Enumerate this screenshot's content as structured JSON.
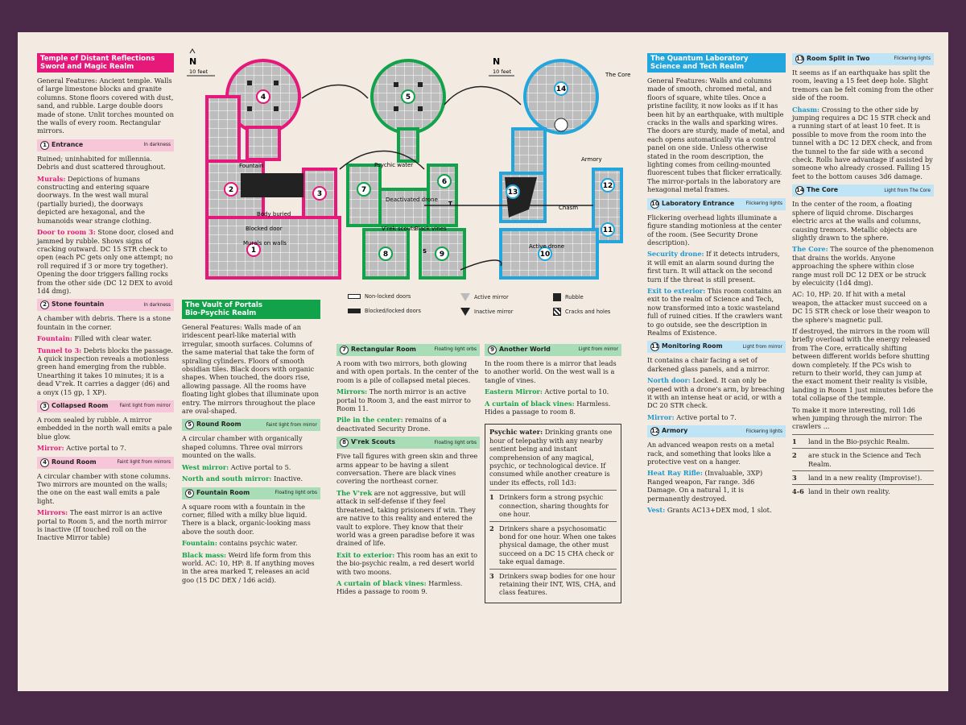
{
  "col1": {
    "title": "Temple of Distant Reflections",
    "subtitle": "Sword and Magic Realm",
    "intro": "General Features: Ancient temple. Walls of large limestone blocks and granite columns. Stone floors covered with dust, sand, and rubble. Large double doors made of stone. Unlit torches mounted on the walls of every room. Rectangular mirrors.",
    "r1_num": "1",
    "r1_name": "Entrance",
    "r1_tag": "In darkness",
    "r1_text": "Ruined; uninhabited for millennia. Debris and dust scattered throughout.",
    "murals_kw": "Murals:",
    "murals_text": "Depictions of humans constructing and entering square doorways. In the west wall mural (partially buried), the doorways depicted are hexagonal, and the humanoids wear strange clothing.",
    "door3_kw": "Door to room 3:",
    "door3_text": "Stone door, closed and jammed by rubble. Shows signs of cracking outward. DC 15 STR check to open (each PC gets only one attempt; no roll required if 3 or more try together). Opening the door triggers falling rocks from the other side (DC 12 DEX to avoid 1d4 dmg).",
    "r2_num": "2",
    "r2_name": "Stone fountain",
    "r2_tag": "In darkness",
    "r2_text": "A chamber with debris. There is a stone fountain in the corner.",
    "fountain_kw": "Fountain:",
    "fountain_text": "Filled with clear water.",
    "tunnel_kw": "Tunnel to 3:",
    "tunnel_text": "Debris blocks the passage. A quick inspection reveals a motionless green hand emerging from the rubble. Unearthing it takes 10 minutes; it is a dead V'rek. It carries a dagger (d6) and a onyx (15 gp, 1 XP).",
    "r3_num": "3",
    "r3_name": "Collapsed Room",
    "r3_tag": "Faint light from mirror",
    "r3_text": "A room sealed by rubble. A mirror embedded in the north wall emits a pale blue glow.",
    "mirror3_kw": "Mirror:",
    "mirror3_text": "Active portal to 7.",
    "r4_num": "4",
    "r4_name": "Round Room",
    "r4_tag": "Faint light from mirrors",
    "r4_text": "A circular chamber with stone columns. Two mirrors are mounted on the walls; the one on the east wall emits a pale light.",
    "mirrors4_kw": "Mirrors:",
    "mirrors4_text": "The east mirror is an active portal to Room 5, and the north mirror is inactive (If touched roll on the Inactive Mirror table)"
  },
  "col2": {
    "title": "The Vault of Portals",
    "subtitle": "Bio-Psychic Realm",
    "intro": "General Features: Walls made of an iridescent pearl-like material with irregular, smooth surfaces. Columns of the same material that take the form of spiraling cylinders. Floors of smooth obsidian tiles. Black doors with organic shapes. When touched, the doors rise, allowing passage. All the rooms have floating light globes that illuminate upon entry. The mirrors throughout the place are oval-shaped.",
    "r5_num": "5",
    "r5_name": "Round Room",
    "r5_tag": "Faint light from mirror",
    "r5_text": "A circular chamber with organically shaped columns. Three oval mirrors mounted on the walls.",
    "west_kw": "West mirror:",
    "west_text": "Active portal to 5.",
    "ns_kw": "North and south mirror:",
    "ns_text": "Inactive.",
    "r6_num": "6",
    "r6_name": "Fountain Room",
    "r6_tag": "Floating light orbs",
    "r6_text": "A square room with a fountain in the corner, filled with a milky blue liquid. There is a black, organic-looking mass above the south door.",
    "fountain6_kw": "Fountain:",
    "fountain6_text": "contains psychic water.",
    "mass_kw": "Black mass:",
    "mass_text": "Weird life form from this world. AC: 10, HP: 8. If anything moves in the area marked T, releases an acid goo (15 DC DEX / 1d6 acid)."
  },
  "col3": {
    "r7_num": "7",
    "r7_name": "Rectangular Room",
    "r7_tag": "Floating light orbs",
    "r7_text": "A room with two mirrors, both glowing and with open portals. In the center of the room is a pile of collapsed metal pieces.",
    "mirrors7_kw": "Mirrors:",
    "mirrors7_text": "The north mirror is an active portal to Room 3, and the east mirror to Room 11.",
    "pile_kw": "Pile in the center:",
    "pile_text": "remains of a deactivated Security Drone.",
    "r8_num": "8",
    "r8_name": "V'rek Scouts",
    "r8_tag": "Floating light orbs",
    "r8_text": "Five tall figures with green skin and three arms appear to be having a silent conversation. There are black vines covering the northeast corner.",
    "vrek_kw": "The V'rek",
    "vrek_text": "are not aggressive, but will attack in self-defense if they feel threatened, taking prisioners if win. They are native to this reality and entered the vault to explore. They know that their world was a green paradise before it was drained of life.",
    "exit8_kw": "Exit to exterior:",
    "exit8_text": "This room has an exit to the bio-psychic realm, a red desert world with two moons.",
    "vines8_kw": "A curtain of black vines:",
    "vines8_text": "Harmless. Hides a passage to room 9."
  },
  "col4": {
    "r9_num": "9",
    "r9_name": "Another World",
    "r9_tag": "Light from mirror",
    "r9_text": "In the room there is a mirror that leads to another world. On the west wall is a tangle of vines.",
    "east_kw": "Eastern Mirror:",
    "east_text": "Active portal to 10.",
    "vines9_kw": "A curtain of black vines:",
    "vines9_text": "Harmless. Hides a passage to room 8.",
    "psy_kw": "Psychic water:",
    "psy_text": "Drinking grants one hour of telepathy with any nearby sentient being and instant comprehension of any magical, psychic, or technological device. If consumed while another creature is under its effects, roll 1d3:",
    "psy_items": [
      {
        "n": "1",
        "t": "Drinkers form a strong psychic connection, sharing thoughts for one hour."
      },
      {
        "n": "2",
        "t": "Drinkers share a psychosomatic bond for one hour. When one takes physical damage, the other must succeed on a DC 15 CHA check or take equal damage."
      },
      {
        "n": "3",
        "t": "Drinkers swap bodies for one hour retaining their INT, WIS, CHA, and class features."
      }
    ]
  },
  "col5": {
    "title": "The Quantum Laboratory",
    "subtitle": "Science and Tech Realm",
    "intro": "General Features: Walls and columns made of smooth, chromed metal, and floors of square, white tiles. Once a pristine facility, it now looks as if it has been hit by an earthquake, with multiple cracks in the walls and sparking wires. The doors are sturdy, made of metal, and each opens automatically via a control panel on one side. Unless otherwise stated in the room description, the lighting comes from ceiling-mounted fluorescent tubes that flicker erratically. The mirror-portals in the laboratory are hexagonal metal frames.",
    "r10_num": "10",
    "r10_name": "Laboratory Entrance",
    "r10_tag": "Flickering lights",
    "r10_text": "Flickering overhead lights illuminate a figure standing motionless at the center of the room. (See Security Drone description).",
    "drone_kw": "Security drone:",
    "drone_text": "If it detects intruders, it will emit an alarm sound during the first turn. It will attack on the second turn if the threat is still present.",
    "exit10_kw": "Exit to exterior:",
    "exit10_text": "This room contains an exit to the realm of Science and Tech, now transformed into a toxic wasteland full of ruined cities. If the crawlers want to go outside, see the description in Realms of Existence.",
    "r11_num": "11",
    "r11_name": "Monitoring Room",
    "r11_tag": "Light from mirror",
    "r11_text": "It contains a chair facing a set of darkened glass panels, and a mirror.",
    "north_kw": "North door:",
    "north_text": "Locked. It can only be opened with a drone's arm, by breaching it with an intense heat or acid, or with a DC 20 STR check.",
    "mirror11_kw": "Mirror:",
    "mirror11_text": "Active portal to 7.",
    "r12_num": "12",
    "r12_name": "Armory",
    "r12_tag": "Flickering lights",
    "r12_text": "An advanced weapon rests on a metal rack, and something that looks like a protective vest on a hanger.",
    "ray_kw": "Heat Ray Rifle:",
    "ray_text": "(Invaluable, 3XP) Ranged weapon, Far range. 3d6 Damage. On a natural 1, it is permanently destroyed.",
    "vest_kw": "Vest:",
    "vest_text": "Grants AC13+DEX mod, 1 slot."
  },
  "col6": {
    "r13_num": "13",
    "r13_name": "Room Split in Two",
    "r13_tag": "Flickering lights",
    "r13_text": "It seems as if an earthquake has split the room, leaving a 15 feet deep hole. Slight tremors can be felt coming from the other side of the room.",
    "chasm_kw": "Chasm:",
    "chasm_text": "Crossing to the other side by jumping requires a DC 15 STR check and a running start of at least 10 feet. It is possible to move from the room into the tunnel with a DC 12 DEX check, and from the tunnel to the far side with a second check. Rolls have advantage if assisted by someone who already crossed. Falling 15 feet to the bottom causes 3d6 damage.",
    "r14_num": "14",
    "r14_name": "The Core",
    "r14_tag": "Light from The Core",
    "r14_text": "In the center of the room, a floating sphere of liquid chrome. Discharges electric arcs at the walls and columns, causing tremors. Metallic objects are slightly drawn to the sphere.",
    "core_kw": "The Core:",
    "core_text": "The source of the phenomenon that drains the worlds. Anyone approaching the sphere within close range must roll DC 12 DEX or be struck by elecuicity (1d4 dmg).",
    "stats": "AC: 10, HP: 20. If hit with a metal weapon, the attacker must succeed on a DC 15 STR check or lose their weapon to the sphere's magnetic pull.",
    "destroyed": "If destroyed, the mirrors in the room will briefly overload with the energy released from The Core, erratically shifting between different worlds before shutting down completely. If the PCs wish to return to their world, they can jump at the exact moment their reality is visible, landing in Room 1 just minutes before the total collapse of the temple.",
    "interesting": "To make it more interesting, roll 1d6 when jumping through the mirror: The crawlers ...",
    "roll": [
      {
        "n": "1",
        "t": "land in the Bio-psychic Realm."
      },
      {
        "n": "2",
        "t": "are stuck in the Science and Tech Realm."
      },
      {
        "n": "3",
        "t": "land in a new reality (Improvise!)."
      },
      {
        "n": "4-6",
        "t": "land in their own reality."
      }
    ]
  },
  "map": {
    "north": "N",
    "scale": "10 feet",
    "fountain": "Fountain",
    "body": "Body buried",
    "blocked": "Blocked door",
    "murals": "Murals on walls",
    "psychic": "Psychic water",
    "deact": "Deactivated drone",
    "scouts": "V'rek scouts",
    "vines": "Black vines",
    "t_mark": "T",
    "s_mark": "S",
    "core": "The Core",
    "armory": "Armory",
    "chasm": "Chasm",
    "drone": "Active drone",
    "rooms": [
      "1",
      "2",
      "3",
      "4",
      "5",
      "6",
      "7",
      "8",
      "9",
      "10",
      "11",
      "12",
      "13",
      "14"
    ]
  },
  "legend": {
    "open": "Non-locked doors",
    "blocked": "Blocked/locked doors",
    "active": "Active mirror",
    "inactive": "Inactive mirror",
    "rubble": "Rubble",
    "cracks": "Cracks and holes"
  },
  "colors": {
    "pink": "#e6197a",
    "green": "#12a24a",
    "blue": "#23a6dd",
    "background": "#4a2a48",
    "paper": "#f3ebe1"
  }
}
